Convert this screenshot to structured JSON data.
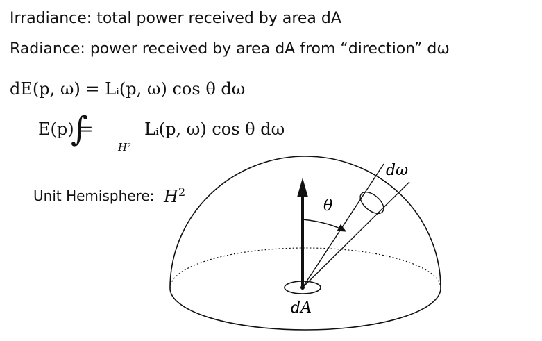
{
  "text": {
    "line1": "Irradiance: total power received by area dA",
    "line2": "Radiance: power received by area dA from “direction” dω",
    "eq1": "dE(p, ω) = Lᵢ(p, ω) cos θ dω",
    "eq2_lhs": "E(p) =",
    "eq2_integral": "∫",
    "eq2_subscript": "H²",
    "eq2_rhs": "Lᵢ(p, ω) cos θ dω",
    "hemisphere_label": "Unit Hemisphere:",
    "hemisphere_symbol": "H",
    "hemisphere_symbol_exp": "2"
  },
  "diagram": {
    "theta_label": "θ",
    "domega_label": "dω",
    "dA_label": "dA"
  }
}
